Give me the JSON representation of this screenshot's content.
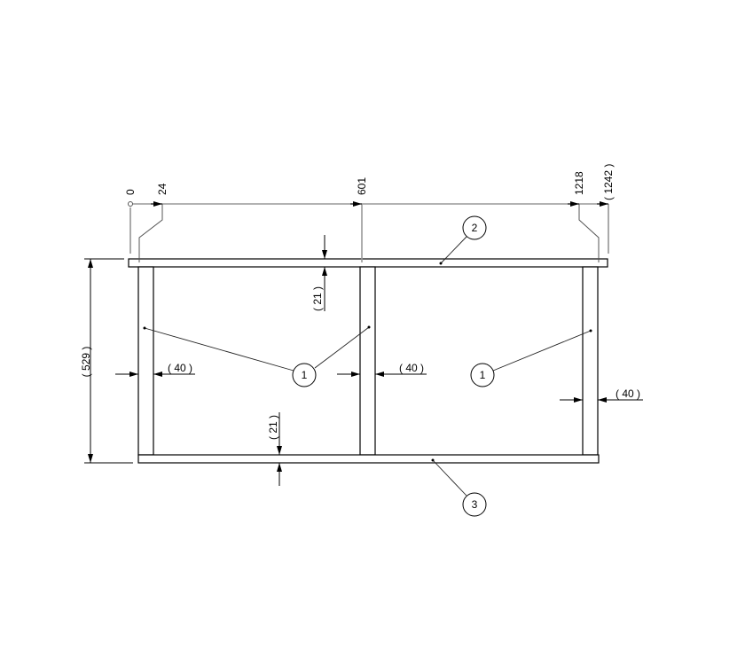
{
  "drawing": {
    "ordinate_dims": [
      "0",
      "24",
      "601",
      "1218",
      "( 1242 )"
    ],
    "height_dim": "( 529 )",
    "board_thickness_top": "( 21 )",
    "board_thickness_bottom": "( 21 )",
    "leg_width_left": "( 40 )",
    "leg_width_middle": "( 40 )",
    "leg_width_right": "( 40 )",
    "balloons": [
      "1",
      "1",
      "2",
      "3"
    ]
  }
}
